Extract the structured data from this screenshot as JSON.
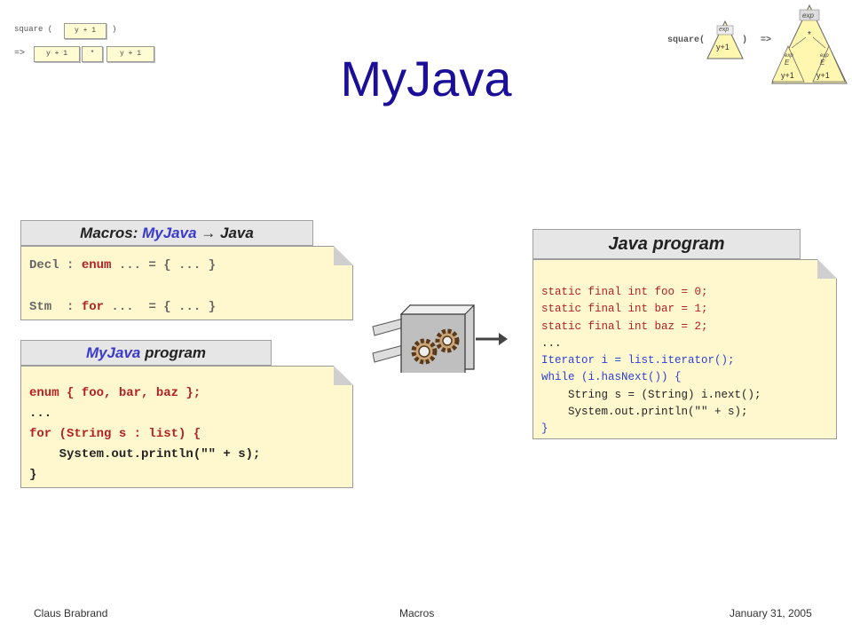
{
  "slide_title": "MyJava",
  "top_left": {
    "row1_prefix": "square (",
    "row1_token": "y + 1",
    "row1_suffix": ")",
    "row2_prefix": "=>",
    "row2_tokens": [
      "y + 1",
      "*",
      "y + 1"
    ]
  },
  "top_right": {
    "call_prefix": "square(",
    "call_suffix": ")",
    "arrow": "=>",
    "tree_root": "exp",
    "tree_op": "*",
    "subtree_label": "exp",
    "subtree_var": "E",
    "leaf_text": "y+1"
  },
  "macros_box": {
    "header_prefix": "Macros: ",
    "header_myjava": "MyJava",
    "header_arrow": "→",
    "header_suffix": " Java",
    "lines": [
      {
        "a": "Decl : ",
        "kw": "enum",
        "b": " ... = { ... }"
      },
      {
        "a": "Stm  : ",
        "kw": "for",
        "b": " ...  = { ... }"
      }
    ]
  },
  "myjava_box": {
    "header_myjava": "MyJava",
    "header_suffix": " program",
    "lines": [
      "enum { foo, bar, baz };",
      "...",
      "for (String s : list) {",
      "    System.out.println(\"\" + s);",
      "}"
    ]
  },
  "java_box": {
    "header": "Java program",
    "lines": [
      "static final int foo = 0;",
      "static final int bar = 1;",
      "static final int baz = 2;",
      "...",
      "Iterator i = list.iterator();",
      "while (i.hasNext()) {",
      "    String s = (String) i.next();",
      "    System.out.println(\"\" + s);",
      "}"
    ]
  },
  "footer": {
    "author": "Claus Brabrand",
    "topic": "Macros",
    "date": "January 31, 2005"
  },
  "colors": {
    "title": "#1b0f99",
    "keyword": "#b22222",
    "blue_keyword": "#3a3acc",
    "note_bg": "#fff8cf",
    "tab_bg": "#e6e6e6"
  }
}
